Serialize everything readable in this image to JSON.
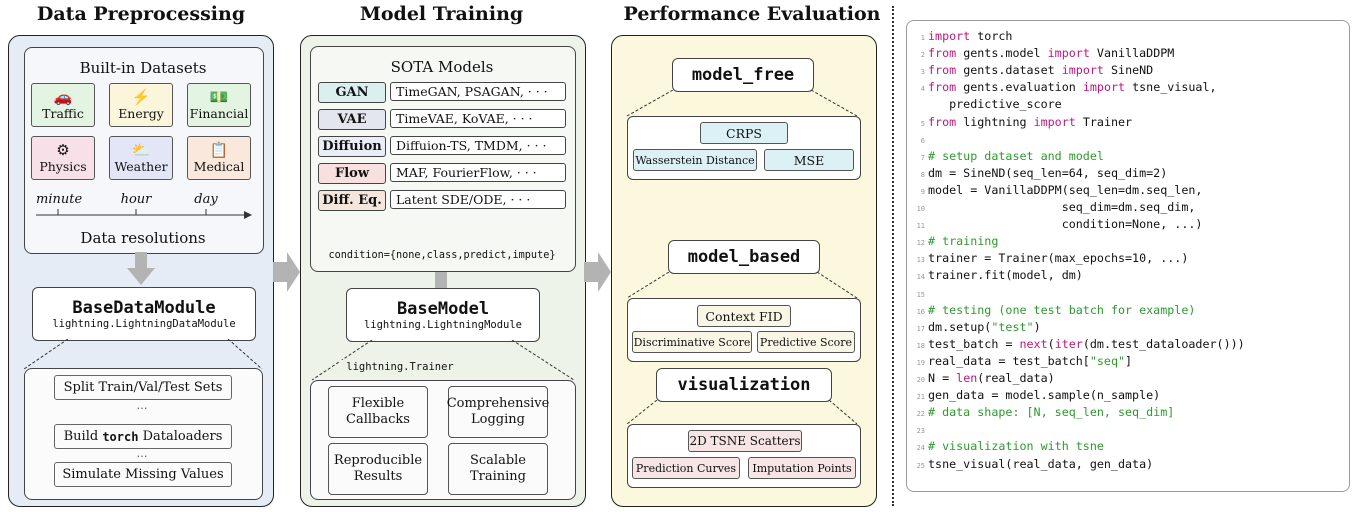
{
  "titles": {
    "preprocessing": "Data Preprocessing",
    "training": "Model Training",
    "evaluation": "Performance Evaluation"
  },
  "colors": {
    "preprocessing_panel": "#e6ecf5",
    "training_panel": "#eef3ea",
    "evaluation_panel": "#fbf8dd",
    "arrow": "#b3b3b3",
    "code_keyword": "#c0187a",
    "code_comment": "#2e9a2e"
  },
  "datasets": {
    "header": "Built-in Datasets",
    "items": [
      {
        "label": "Traffic",
        "icon": "car-icon",
        "glyph": "🚗",
        "color": "#e3f4e3"
      },
      {
        "label": "Energy",
        "icon": "bolt-icon",
        "glyph": "⚡",
        "color": "#fbf5dc"
      },
      {
        "label": "Financial",
        "icon": "money-icon",
        "glyph": "💵",
        "color": "#e3f4e3"
      },
      {
        "label": "Physics",
        "icon": "atom-icon",
        "glyph": "⚙",
        "color": "#f8e0e8"
      },
      {
        "label": "Weather",
        "icon": "cloud-sun-icon",
        "glyph": "⛅",
        "color": "#e3e6f7"
      },
      {
        "label": "Medical",
        "icon": "medical-file-icon",
        "glyph": "📋",
        "color": "#fbe8dc"
      }
    ],
    "resolutions": [
      "minute",
      "hour",
      "day"
    ],
    "resolutions_label": "Data resolutions"
  },
  "data_module": {
    "name": "BaseDataModule",
    "parent": "lightning.LightningDataModule",
    "steps": [
      "Split Train/Val/Test Sets",
      "Build torch Dataloaders",
      "Simulate Missing Values"
    ],
    "step2_pre": "Build ",
    "step2_code": "torch",
    "step2_post": " Dataloaders",
    "ellipsis": "…"
  },
  "models": {
    "header": "SOTA Models",
    "rows": [
      {
        "tag": "GAN",
        "list": "TimeGAN, PSAGAN, · · ·",
        "color": "#dcefef"
      },
      {
        "tag": "VAE",
        "list": "TimeVAE, KoVAE, · · ·",
        "color": "#e3e6ee"
      },
      {
        "tag": "Diffuion",
        "list": "Diffuion-TS, TMDM, · · ·",
        "color": "#e8edf7"
      },
      {
        "tag": "Flow",
        "list": "MAF, FourierFlow, · · ·",
        "color": "#f8e0e0"
      },
      {
        "tag": "Diff. Eq.",
        "list": "Latent SDE/ODE, · · ·",
        "color": "#f4e6dc"
      }
    ],
    "condition": "condition={none,class,predict,impute}"
  },
  "base_model": {
    "name": "BaseModel",
    "parent": "lightning.LightningModule",
    "trainer": "lightning.Trainer",
    "features": [
      "Flexible Callbacks",
      "Comprehensive Logging",
      "Reproducible Results",
      "Scalable Training"
    ]
  },
  "evaluation": {
    "model_free": {
      "name": "model_free",
      "metrics": [
        "CRPS",
        "Wasserstein Distance",
        "MSE"
      ]
    },
    "model_based": {
      "name": "model_based",
      "metrics": [
        "Context FID",
        "Discriminative Score",
        "Predictive Score"
      ]
    },
    "visualization": {
      "name": "visualization",
      "metrics": [
        "2D TSNE Scatters",
        "Prediction Curves",
        "Imputation Points"
      ]
    }
  },
  "code": [
    {
      "n": "1",
      "parts": [
        {
          "t": "import",
          "c": "kw"
        },
        {
          "t": " torch",
          "c": ""
        }
      ]
    },
    {
      "n": "2",
      "parts": [
        {
          "t": "from",
          "c": "kw"
        },
        {
          "t": " gents.model ",
          "c": ""
        },
        {
          "t": "import",
          "c": "kw"
        },
        {
          "t": " VanillaDDPM",
          "c": ""
        }
      ]
    },
    {
      "n": "3",
      "parts": [
        {
          "t": "from",
          "c": "kw"
        },
        {
          "t": " gents.dataset ",
          "c": ""
        },
        {
          "t": "import",
          "c": "kw"
        },
        {
          "t": " SineND",
          "c": ""
        }
      ]
    },
    {
      "n": "4",
      "parts": [
        {
          "t": "from",
          "c": "kw"
        },
        {
          "t": " gents.evaluation ",
          "c": ""
        },
        {
          "t": "import",
          "c": "kw"
        },
        {
          "t": " tsne_visual,",
          "c": ""
        }
      ]
    },
    {
      "n": "",
      "parts": [
        {
          "t": "   predictive_score",
          "c": ""
        }
      ]
    },
    {
      "n": "5",
      "parts": [
        {
          "t": "from",
          "c": "kw"
        },
        {
          "t": " lightning ",
          "c": ""
        },
        {
          "t": "import",
          "c": "kw"
        },
        {
          "t": " Trainer",
          "c": ""
        }
      ]
    },
    {
      "n": "6",
      "parts": [
        {
          "t": "",
          "c": ""
        }
      ]
    },
    {
      "n": "7",
      "parts": [
        {
          "t": "# setup dataset and model",
          "c": "cm"
        }
      ]
    },
    {
      "n": "8",
      "parts": [
        {
          "t": "dm = SineND(seq_len=64, seq_dim=2)",
          "c": ""
        }
      ]
    },
    {
      "n": "9",
      "parts": [
        {
          "t": "model = VanillaDDPM(seq_len=dm.seq_len,",
          "c": ""
        }
      ]
    },
    {
      "n": "10",
      "parts": [
        {
          "t": "                   seq_dim=dm.seq_dim,",
          "c": ""
        }
      ]
    },
    {
      "n": "11",
      "parts": [
        {
          "t": "                   condition=None, ...)",
          "c": ""
        }
      ]
    },
    {
      "n": "12",
      "parts": [
        {
          "t": "# training",
          "c": "cm"
        }
      ]
    },
    {
      "n": "13",
      "parts": [
        {
          "t": "trainer = Trainer(max_epochs=10, ...)",
          "c": ""
        }
      ]
    },
    {
      "n": "14",
      "parts": [
        {
          "t": "trainer.fit(model, dm)",
          "c": ""
        }
      ]
    },
    {
      "n": "15",
      "parts": [
        {
          "t": "",
          "c": ""
        }
      ]
    },
    {
      "n": "16",
      "parts": [
        {
          "t": "# testing (one test batch for example)",
          "c": "cm"
        }
      ]
    },
    {
      "n": "17",
      "parts": [
        {
          "t": "dm.setup(",
          "c": ""
        },
        {
          "t": "\"test\"",
          "c": "st"
        },
        {
          "t": ")",
          "c": ""
        }
      ]
    },
    {
      "n": "18",
      "parts": [
        {
          "t": "test_batch = ",
          "c": ""
        },
        {
          "t": "next",
          "c": "kw"
        },
        {
          "t": "(",
          "c": ""
        },
        {
          "t": "iter",
          "c": "kw"
        },
        {
          "t": "(dm.test_dataloader()))",
          "c": ""
        }
      ]
    },
    {
      "n": "19",
      "parts": [
        {
          "t": "real_data = test_batch[",
          "c": ""
        },
        {
          "t": "\"seq\"",
          "c": "st"
        },
        {
          "t": "]",
          "c": ""
        }
      ]
    },
    {
      "n": "20",
      "parts": [
        {
          "t": "N = ",
          "c": ""
        },
        {
          "t": "len",
          "c": "kw"
        },
        {
          "t": "(real_data)",
          "c": ""
        }
      ]
    },
    {
      "n": "21",
      "parts": [
        {
          "t": "gen_data = model.sample(n_sample)",
          "c": ""
        }
      ]
    },
    {
      "n": "22",
      "parts": [
        {
          "t": "# data shape: [N, seq_len, seq_dim]",
          "c": "cm"
        }
      ]
    },
    {
      "n": "23",
      "parts": [
        {
          "t": "",
          "c": ""
        }
      ]
    },
    {
      "n": "24",
      "parts": [
        {
          "t": "# visualization with tsne",
          "c": "cm"
        }
      ]
    },
    {
      "n": "25",
      "parts": [
        {
          "t": "tsne_visual(real_data, gen_data)",
          "c": ""
        }
      ]
    }
  ]
}
